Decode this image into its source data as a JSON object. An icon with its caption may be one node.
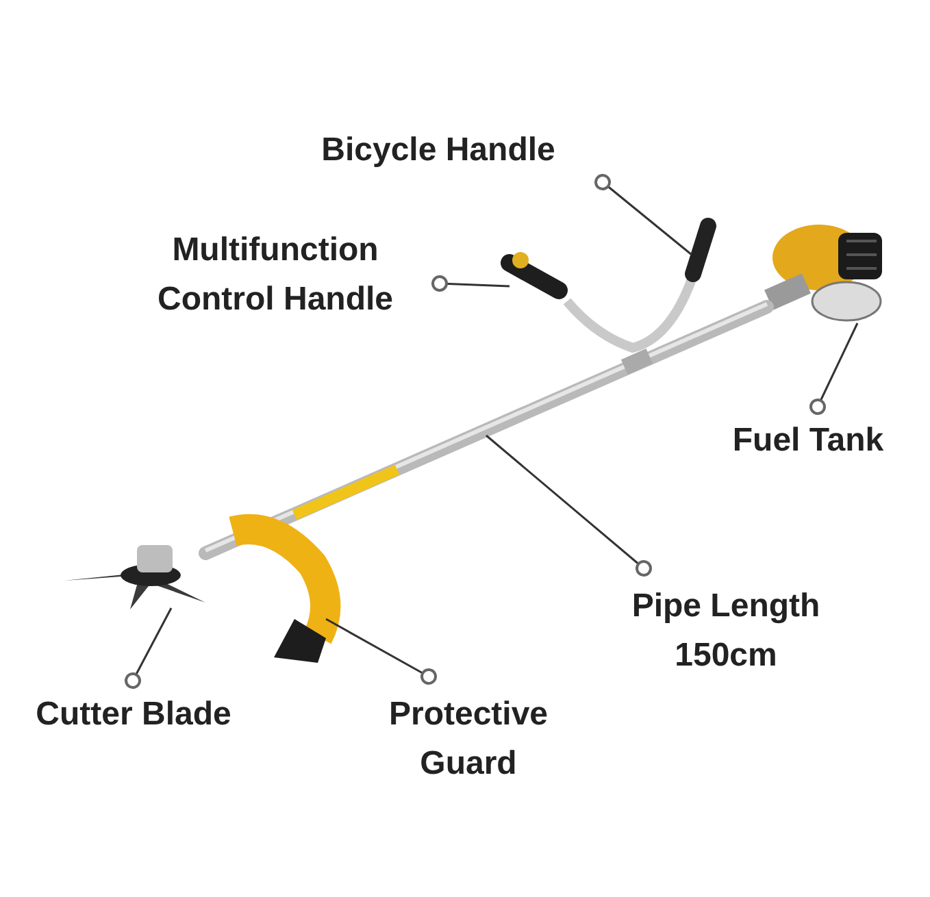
{
  "diagram": {
    "nodes": [
      {
        "text": [
          "Bicycle Handle"
        ]
      },
      {
        "text": [
          "Multifunction Control Handle"
        ]
      },
      {
        "text": [
          "Fuel Tank"
        ]
      },
      {
        "text": [
          "Pipe Length 150cm"
        ]
      },
      {
        "text": [
          "Cutter Blade"
        ]
      },
      {
        "text": [
          "Protective Guard"
        ]
      },
      {
        "text": [],
        "shape": "picture"
      },
      {
        "text": [],
        "shape": "picture"
      },
      {
        "text": [],
        "shape": "picture"
      },
      {
        "text": [],
        "shape": "picture"
      },
      {
        "text": [],
        "shape": "picture"
      },
      {
        "text": [],
        "shape": "picture"
      }
    ],
    "edges": [
      {
        "from": 0,
        "to": 6,
        "arrow": "other"
      },
      {
        "from": 1,
        "to": 7,
        "arrow": "other"
      },
      {
        "from": 2,
        "to": 8,
        "arrow": "other"
      },
      {
        "from": 3,
        "to": 9,
        "arrow": "other"
      },
      {
        "from": 4,
        "to": 10,
        "arrow": "other"
      },
      {
        "from": 5,
        "to": 11,
        "arrow": "other"
      }
    ]
  }
}
